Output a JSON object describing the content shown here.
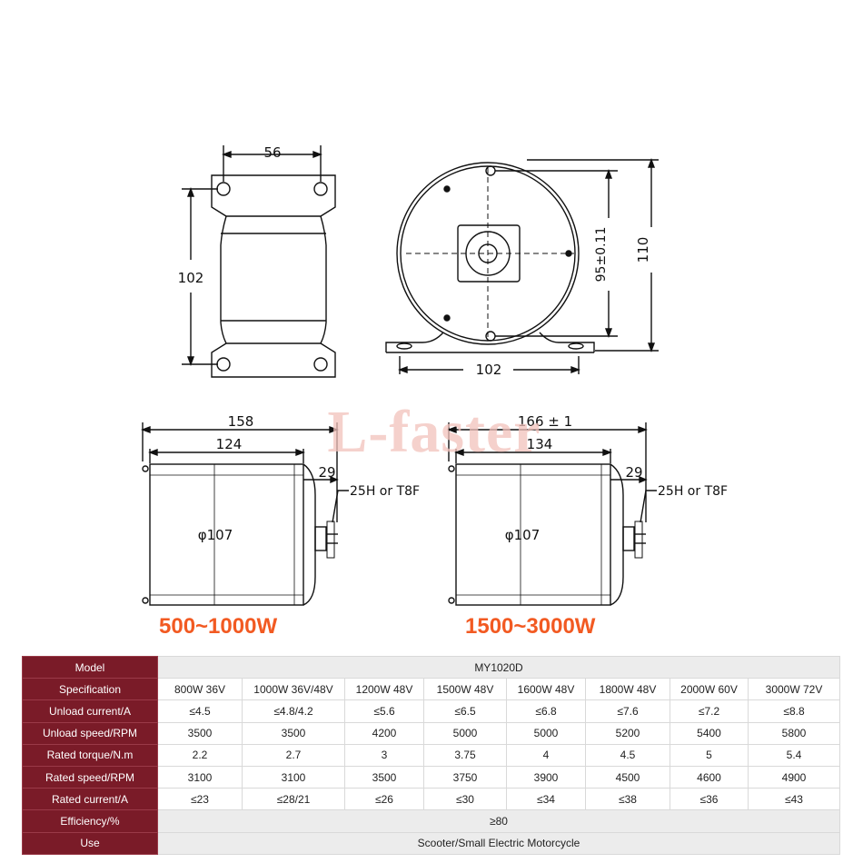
{
  "watermark": "L-faster",
  "top_view_width": "56",
  "top_view_height": "102",
  "front_mount_dia": "95±0.11",
  "front_height": "110",
  "front_base_width": "102",
  "left_motor": {
    "overall_length": "158",
    "body_length": "124",
    "shaft_length": "29",
    "sprocket_label": "25H or T8F",
    "diameter": "φ107",
    "caption": "500~1000W"
  },
  "right_motor": {
    "overall_length": "166 ± 1",
    "body_length": "134",
    "shaft_length": "29",
    "sprocket_label": "25H or T8F",
    "diameter": "φ107",
    "caption": "1500~3000W"
  },
  "table": {
    "model_label": "Model",
    "model_value": "MY1020D",
    "rows": [
      {
        "label": "Specification",
        "values": [
          "800W 36V",
          "1000W 36V/48V",
          "1200W 48V",
          "1500W 48V",
          "1600W 48V",
          "1800W 48V",
          "2000W 60V",
          "3000W 72V"
        ]
      },
      {
        "label": "Unload current/A",
        "values": [
          "≤4.5",
          "≤4.8/4.2",
          "≤5.6",
          "≤6.5",
          "≤6.8",
          "≤7.6",
          "≤7.2",
          "≤8.8"
        ]
      },
      {
        "label": "Unload speed/RPM",
        "values": [
          "3500",
          "3500",
          "4200",
          "5000",
          "5000",
          "5200",
          "5400",
          "5800"
        ]
      },
      {
        "label": "Rated torque/N.m",
        "values": [
          "2.2",
          "2.7",
          "3",
          "3.75",
          "4",
          "4.5",
          "5",
          "5.4"
        ]
      },
      {
        "label": "Rated speed/RPM",
        "values": [
          "3100",
          "3100",
          "3500",
          "3750",
          "3900",
          "4500",
          "4600",
          "4900"
        ]
      },
      {
        "label": "Rated current/A",
        "values": [
          "≤23",
          "≤28/21",
          "≤26",
          "≤30",
          "≤34",
          "≤38",
          "≤36",
          "≤43"
        ]
      }
    ],
    "efficiency_label": "Efficiency/%",
    "efficiency_value": "≥80",
    "use_label": "Use",
    "use_value": "Scooter/Small Electric Motorcycle"
  }
}
